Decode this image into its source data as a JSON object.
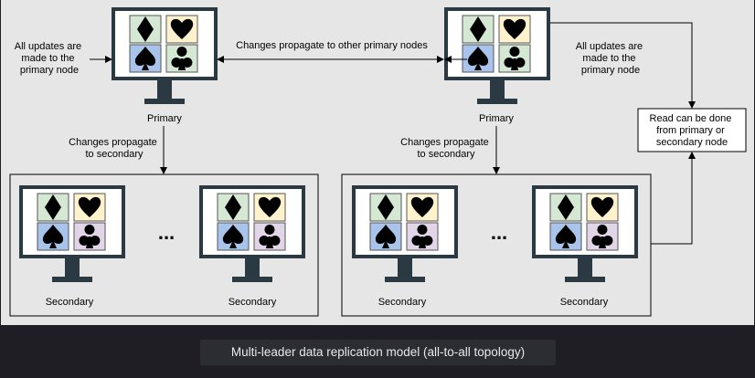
{
  "primary_left": {
    "label": "Primary",
    "note": [
      "All updates are",
      "made to the",
      "primary node"
    ],
    "propagate_note": [
      "Changes propagate",
      "to secondary"
    ]
  },
  "primary_right": {
    "label": "Primary",
    "note": [
      "All updates are",
      "made to the",
      "primary node"
    ],
    "propagate_note": [
      "Changes propagate",
      "to secondary"
    ]
  },
  "link_label": "Changes propagate to other primary nodes",
  "read_box": [
    "Read can be done",
    "from primary or",
    "secondary node"
  ],
  "secondary_label": "Secondary",
  "ellipsis": "...",
  "caption": "Multi-leader data replication model (all-to-all topology)",
  "colors": {
    "diamond_tile": "#d5e8d4",
    "heart_tile": "#fff2cc",
    "spade_tile": "#a9c4eb",
    "club_tile_primary": "#d5e8d4",
    "club_tile_secondary": "#e1d5e7",
    "monitor": "#2b3a42"
  },
  "icons": [
    "diamond-icon",
    "heart-icon",
    "spade-icon",
    "club-icon"
  ]
}
